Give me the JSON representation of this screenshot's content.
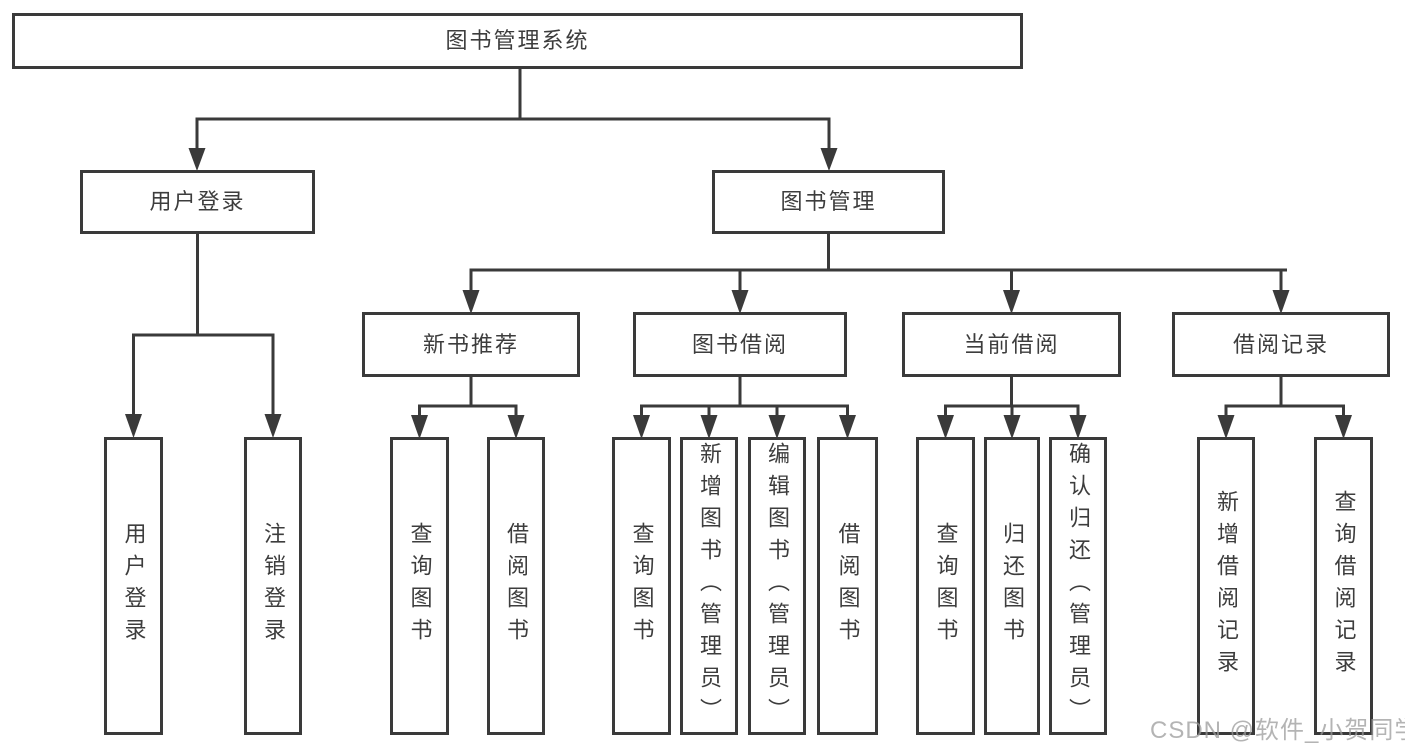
{
  "nodes": {
    "root": {
      "label": "图书管理系统"
    },
    "user_login": {
      "label": "用户登录"
    },
    "book_mgmt": {
      "label": "图书管理"
    },
    "new_book_rec": {
      "label": "新书推荐"
    },
    "book_borrow": {
      "label": "图书借阅"
    },
    "current_borrow": {
      "label": "当前借阅"
    },
    "borrow_record": {
      "label": "借阅记录"
    },
    "leaf_user_login": {
      "label": "用户登录"
    },
    "leaf_logout": {
      "label": "注销登录"
    },
    "leaf_query_book_1": {
      "label": "查询图书"
    },
    "leaf_borrow_book_1": {
      "label": "借阅图书"
    },
    "leaf_query_book_2": {
      "label": "查询图书"
    },
    "leaf_add_book": {
      "label": "新增图书（管理员）"
    },
    "leaf_edit_book": {
      "label": "编辑图书（管理员）"
    },
    "leaf_borrow_book_2": {
      "label": "借阅图书"
    },
    "leaf_query_book_3": {
      "label": "查询图书"
    },
    "leaf_return_book": {
      "label": "归还图书"
    },
    "leaf_confirm_return": {
      "label": "确认归还（管理员）"
    },
    "leaf_add_record": {
      "label": "新增借阅记录"
    },
    "leaf_query_record": {
      "label": "查询借阅记录"
    }
  },
  "watermark": {
    "text": "CSDN @软件_小贺同学"
  },
  "colors": {
    "line": "#3a3a3a",
    "text": "#3d3d3d",
    "background": "#ffffff",
    "watermark": "#9b9b9b"
  }
}
